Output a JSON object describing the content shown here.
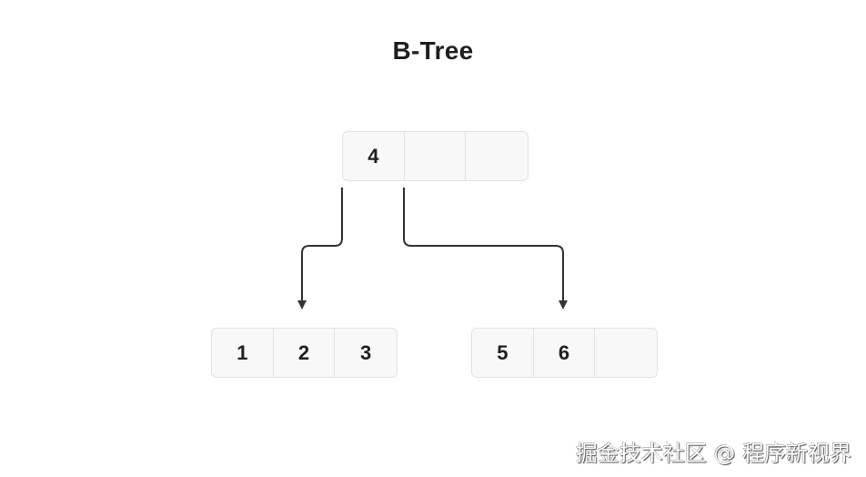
{
  "title": "B-Tree",
  "nodes": {
    "root": {
      "keys": [
        "4",
        "",
        ""
      ]
    },
    "left_child": {
      "keys": [
        "1",
        "2",
        "3"
      ]
    },
    "right_child": {
      "keys": [
        "5",
        "6",
        ""
      ]
    }
  },
  "edges": [
    {
      "from": "root.pointer0",
      "to": "left_child"
    },
    {
      "from": "root.pointer1",
      "to": "right_child"
    }
  ],
  "colors": {
    "node_fill": "#f8f8f8",
    "node_border": "#e2e2e2",
    "edge": "#333333",
    "text": "#1f1f1f"
  },
  "watermark": "掘金技术社区 @ 程序新视界"
}
